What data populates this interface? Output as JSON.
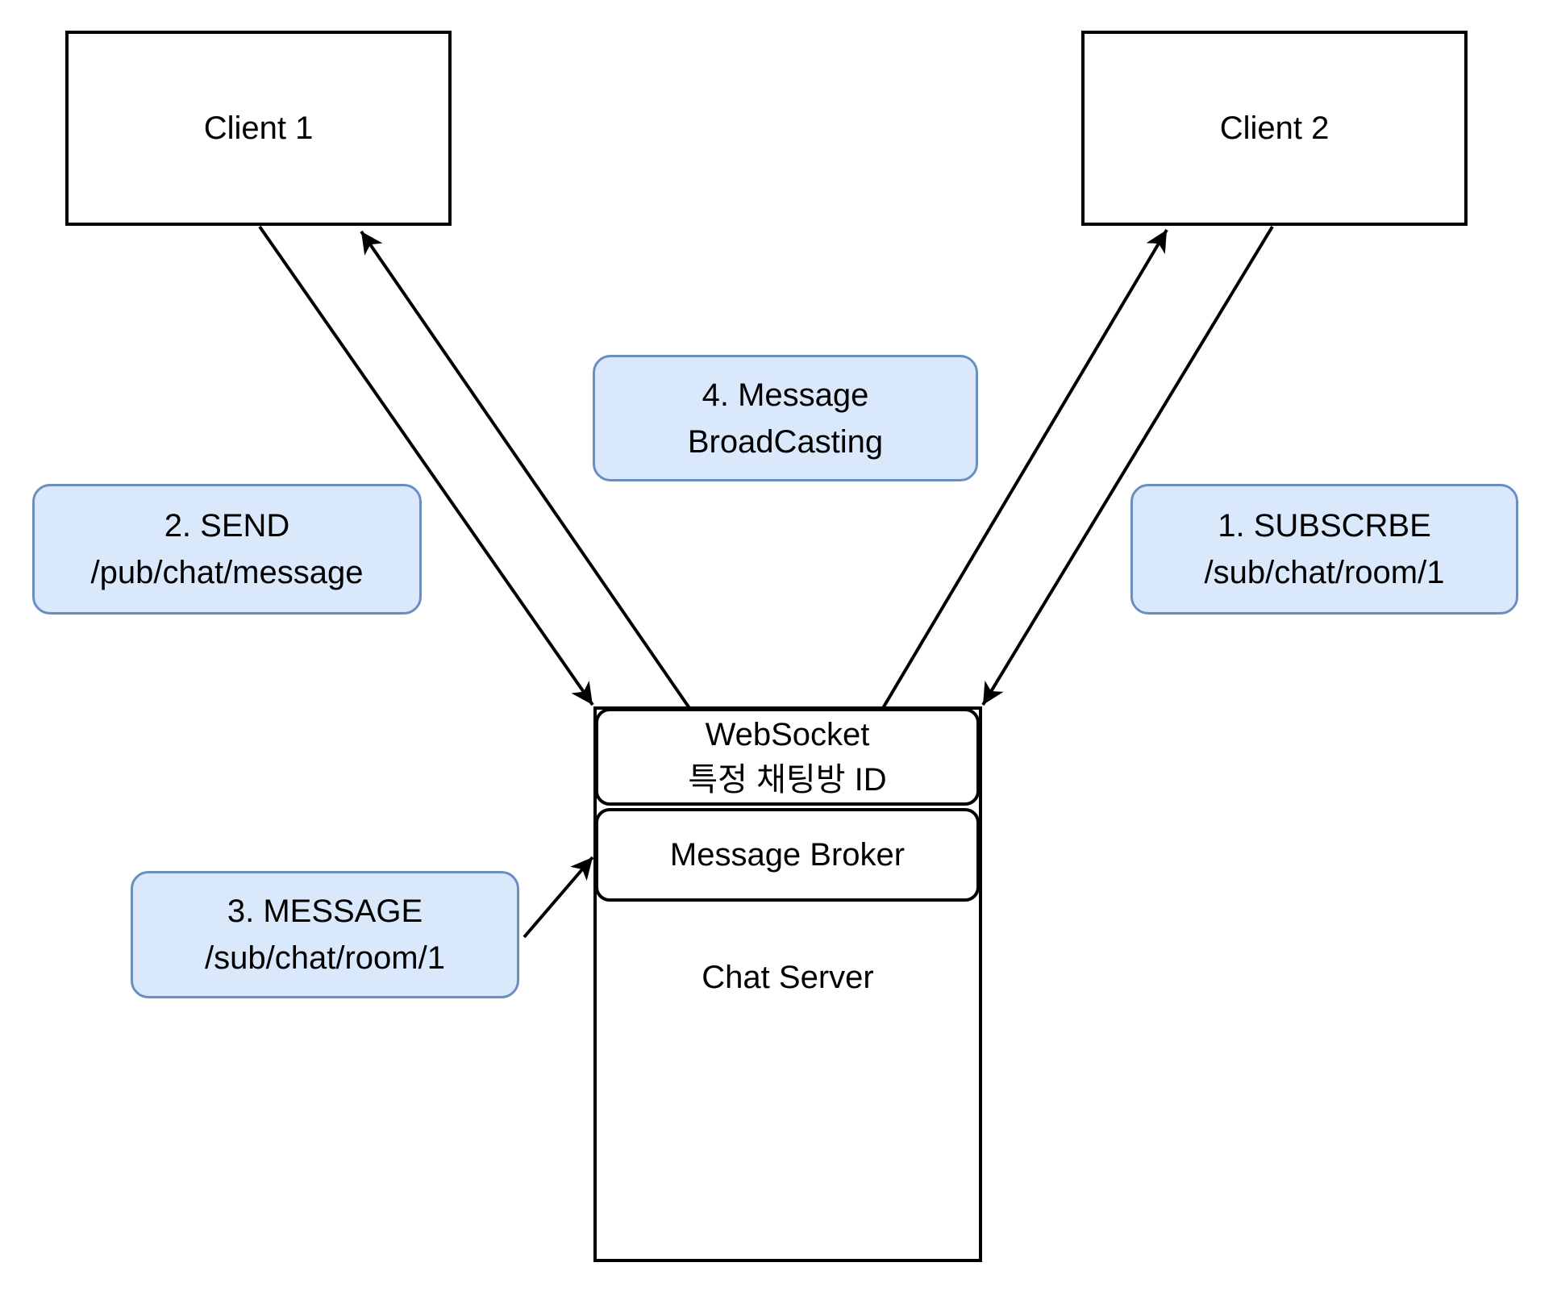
{
  "diagram": {
    "client1": {
      "label": "Client 1"
    },
    "client2": {
      "label": "Client 2"
    },
    "server": {
      "websocket_line1": "WebSocket",
      "websocket_line2": "특정 채팅방 ID",
      "message_broker": "Message Broker",
      "title": "Chat Server"
    },
    "steps": {
      "subscribe": {
        "line1": "1. SUBSCRBE",
        "line2": "/sub/chat/room/1"
      },
      "send": {
        "line1": "2. SEND",
        "line2": "/pub/chat/message"
      },
      "message": {
        "line1": "3. MESSAGE",
        "line2": "/sub/chat/room/1"
      },
      "broadcast": {
        "line1": "4. Message",
        "line2": "BroadCasting"
      }
    },
    "colors": {
      "step_fill": "#dae8fc",
      "step_stroke": "#6c8ebf",
      "node_stroke": "#000000",
      "arrow": "#000000",
      "background": "#ffffff"
    }
  }
}
